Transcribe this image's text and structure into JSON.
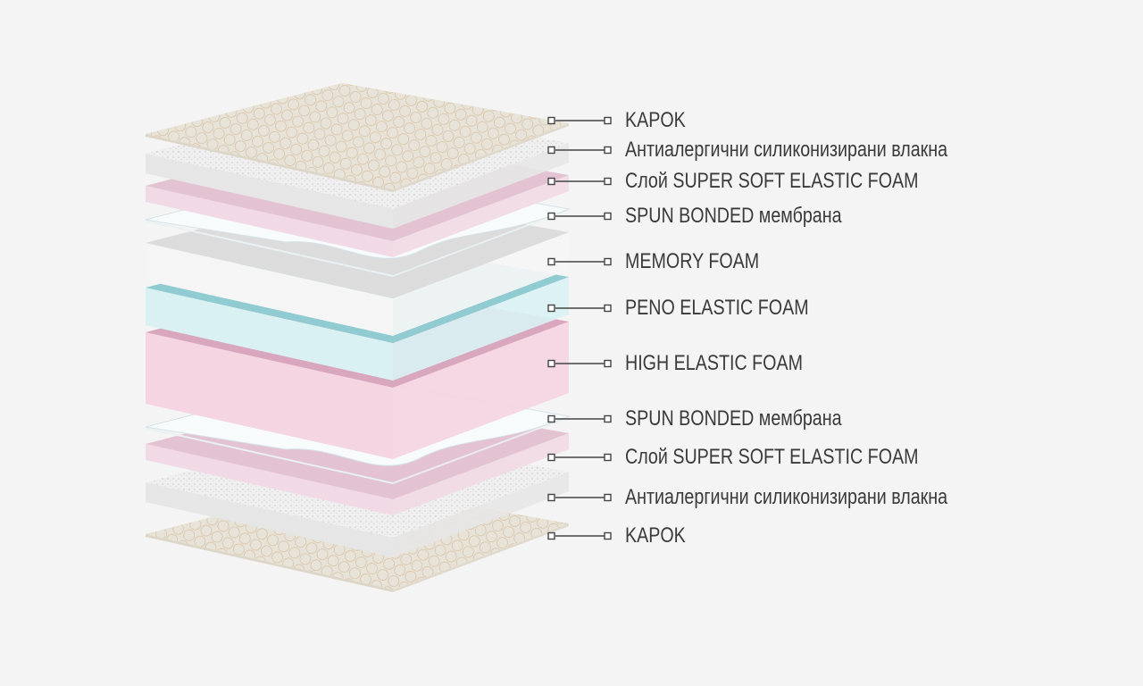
{
  "layers": [
    {
      "label": "KAPOK",
      "type": "kapok",
      "colors": {
        "top": "#e8e3d8",
        "side": "#ddd6c8",
        "pattern": "#cdb48f"
      }
    },
    {
      "label": "Антиалергични силиконизирани влакна",
      "type": "fiber",
      "colors": {
        "top": "#efefef",
        "side": "#e6e6e6",
        "pattern": "#c8c8c8"
      }
    },
    {
      "label": "Слой SUPER SOFT ELASTIC FOAM",
      "type": "foam",
      "colors": {
        "top": "#e3c3d2",
        "side": "#f1dae5"
      }
    },
    {
      "label": "SPUN BONDED мембрана",
      "type": "membrane",
      "colors": {
        "top": "#f7fbfc",
        "side": "#e9f1f3"
      }
    },
    {
      "label": "MEMORY FOAM",
      "type": "foam",
      "colors": {
        "top": "#dcdcdc",
        "side": "#f5f5f5"
      }
    },
    {
      "label": "PENO ELASTIC FOAM",
      "type": "foam",
      "colors": {
        "top": "#8fcbd0",
        "side": "#d9f1f3"
      }
    },
    {
      "label": "HIGH ELASTIC FOAM",
      "type": "foam",
      "colors": {
        "top": "#d9a7bd",
        "side": "#f4d5e1"
      }
    },
    {
      "label": "SPUN BONDED мембрана",
      "type": "membrane",
      "colors": {
        "top": "#f7fbfc",
        "side": "#e9f1f3"
      }
    },
    {
      "label": "Слой SUPER SOFT ELASTIC FOAM",
      "type": "foam",
      "colors": {
        "top": "#e3c3d2",
        "side": "#f1dae5"
      }
    },
    {
      "label": "Антиалергични силиконизирани влакна",
      "type": "fiber",
      "colors": {
        "top": "#efefef",
        "side": "#e6e6e6",
        "pattern": "#c8c8c8"
      }
    },
    {
      "label": "KAPOK",
      "type": "kapok",
      "colors": {
        "top": "#e8e3d8",
        "side": "#ddd6c8",
        "pattern": "#cdb48f"
      }
    }
  ],
  "connector_color": "#444444"
}
